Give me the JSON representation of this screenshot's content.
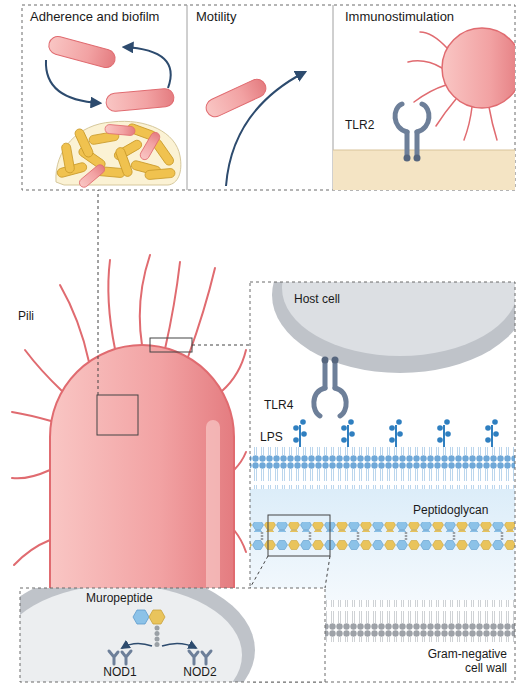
{
  "diagram": {
    "nodes": [
      {
        "text": [
          "Adherence and biofilm"
        ]
      },
      {
        "text": [
          "Motility"
        ]
      },
      {
        "text": [
          "Immunostimulation",
          "TLR2"
        ]
      },
      {
        "text": [
          "Pili"
        ]
      },
      {
        "text": [
          "Host cell",
          "TLR4",
          "LPS",
          "Peptidoglycan",
          "Gram-negative cell wall"
        ]
      },
      {
        "text": [
          "Muropeptide",
          "NOD1",
          "NOD2"
        ]
      }
    ],
    "edges": [
      {
        "from": 3,
        "to": 0,
        "arrow": "none"
      },
      {
        "from": 3,
        "to": 4,
        "arrow": "none"
      },
      {
        "from": 4,
        "to": 5,
        "arrow": "none"
      }
    ]
  }
}
